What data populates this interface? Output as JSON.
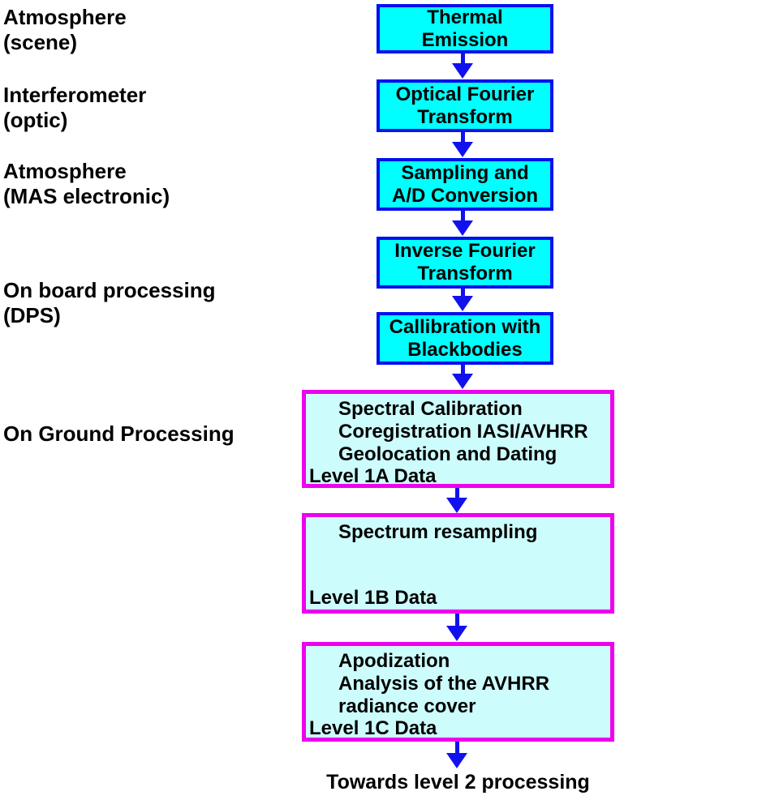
{
  "colors": {
    "page-bg": "#ffffff",
    "process-fill": "#00ffff",
    "process-border": "#0011ee",
    "data-fill": "#ccfcfc",
    "data-border": "#ee00ee",
    "arrow": "#1111ee",
    "text": "#000000"
  },
  "stage_labels": [
    {
      "text": "Atmosphere\n(scene)"
    },
    {
      "text": "Interferometer\n(optic)"
    },
    {
      "text": "Atmosphere\n(MAS electronic)"
    },
    {
      "text": "On board processing\n(DPS)"
    },
    {
      "text": "On Ground Processing"
    }
  ],
  "process_boxes": [
    {
      "text": "Thermal\nEmission"
    },
    {
      "text": "Optical Fourier\nTransform"
    },
    {
      "text": "Sampling and\nA/D Conversion"
    },
    {
      "text": "Inverse Fourier\nTransform"
    },
    {
      "text": "Callibration with\nBlackbodies"
    }
  ],
  "data_boxes": [
    {
      "body": "Spectral Calibration\nCoregistration IASI/AVHRR\nGeolocation and Dating",
      "label": "Level 1A Data"
    },
    {
      "body": "Spectrum resampling",
      "label": "Level 1B Data"
    },
    {
      "body": "Apodization\nAnalysis of the AVHRR\nradiance cover",
      "label": "Level 1C Data"
    }
  ],
  "footer": {
    "text": "Towards level 2 processing"
  }
}
